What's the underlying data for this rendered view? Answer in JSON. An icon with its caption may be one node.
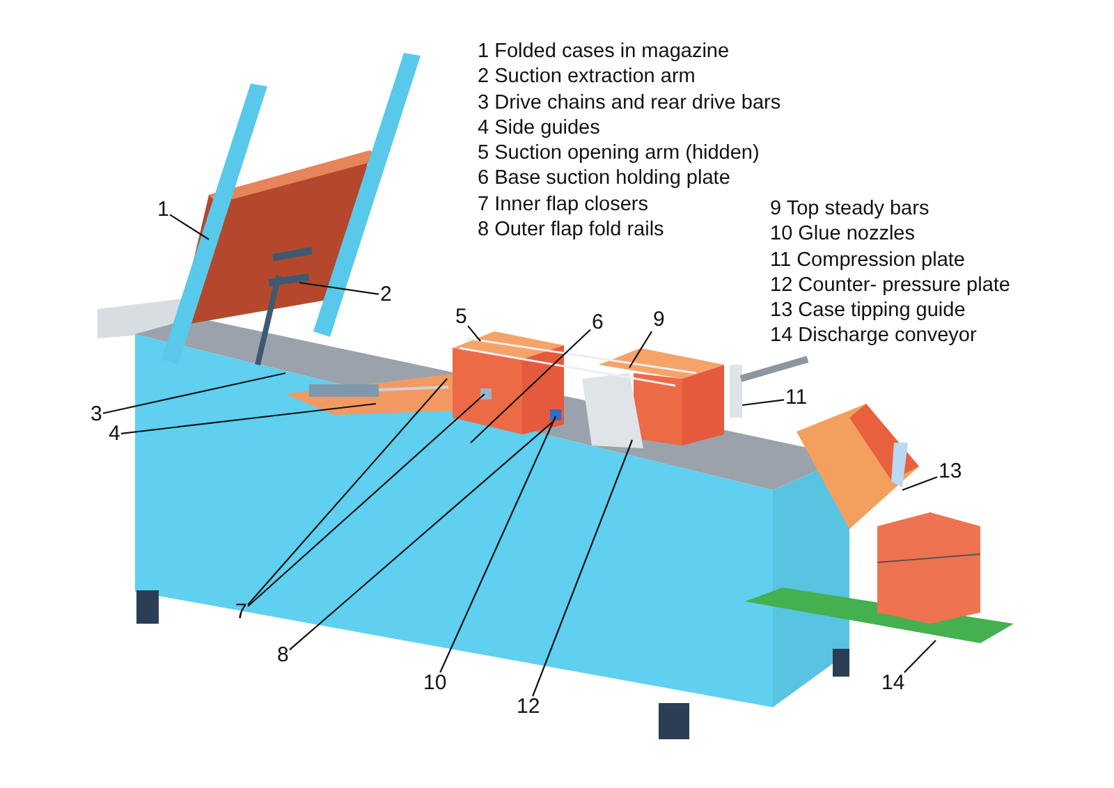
{
  "diagram": {
    "nodes": [
      {
        "text": [
          "1"
        ]
      },
      {
        "text": [
          "2"
        ]
      },
      {
        "text": [
          "3"
        ]
      },
      {
        "text": [
          "4"
        ]
      },
      {
        "text": [
          "5"
        ]
      },
      {
        "text": [
          "6"
        ]
      },
      {
        "text": [
          "7"
        ]
      },
      {
        "text": [
          "8"
        ]
      },
      {
        "text": [
          "9"
        ]
      },
      {
        "text": [
          "10"
        ]
      },
      {
        "text": [
          "11"
        ]
      },
      {
        "text": [
          "12"
        ]
      },
      {
        "text": [
          "13"
        ]
      },
      {
        "text": [
          "14"
        ]
      }
    ],
    "edges": [
      {
        "from": 0,
        "to": null,
        "arrow": "none"
      },
      {
        "from": 1,
        "to": null,
        "arrow": "none"
      },
      {
        "from": 2,
        "to": null,
        "arrow": "none"
      },
      {
        "from": 3,
        "to": null,
        "arrow": "none"
      },
      {
        "from": 4,
        "to": null,
        "arrow": "none"
      },
      {
        "from": 5,
        "to": null,
        "arrow": "none"
      },
      {
        "from": 6,
        "to": null,
        "arrow": "none"
      },
      {
        "from": 6,
        "to": null,
        "arrow": "none"
      },
      {
        "from": 7,
        "to": null,
        "arrow": "none"
      },
      {
        "from": 8,
        "to": null,
        "arrow": "none"
      },
      {
        "from": 9,
        "to": null,
        "arrow": "none"
      },
      {
        "from": 10,
        "to": null,
        "arrow": "none"
      },
      {
        "from": 11,
        "to": null,
        "arrow": "none"
      },
      {
        "from": 12,
        "to": null,
        "arrow": "none"
      },
      {
        "from": 13,
        "to": null,
        "arrow": "none"
      }
    ],
    "labels": [
      "1 Folded cases in magazine",
      "2 Suction extraction arm",
      "3 Drive chains and rear drive bars",
      "4 Side guides",
      "5 Suction opening arm (hidden)",
      "6 Base suction holding plate",
      "7 Inner flap closers",
      "8 Outer flap fold rails",
      "9 Top steady bars",
      "10 Glue nozzles",
      "11 Compression plate",
      "12 Counter- pressure plate",
      "13 Case tipping guide",
      "14 Discharge conveyor"
    ]
  }
}
